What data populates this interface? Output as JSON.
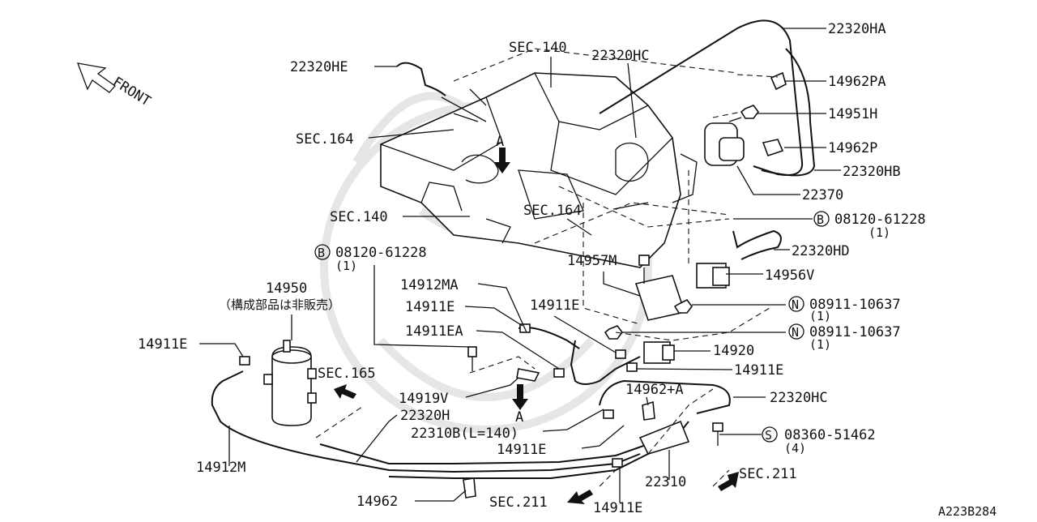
{
  "diagram": {
    "front_label": "FRONT",
    "view_label_top": "A",
    "view_label_bottom": "A",
    "diagram_code": "A223B284",
    "part_labels": [
      {
        "id": "p22320HA",
        "text": "22320HA"
      },
      {
        "id": "pSEC140top",
        "text": "SEC.140"
      },
      {
        "id": "p22320HC_top",
        "text": "22320HC"
      },
      {
        "id": "p22320HE",
        "text": "22320HE"
      },
      {
        "id": "p14962PA",
        "text": "14962PA"
      },
      {
        "id": "p14951H",
        "text": "14951H"
      },
      {
        "id": "pSEC164a",
        "text": "SEC.164"
      },
      {
        "id": "p14962P",
        "text": "14962P"
      },
      {
        "id": "p22320HB",
        "text": "22320HB"
      },
      {
        "id": "p22370",
        "text": "22370"
      },
      {
        "id": "pSEC140b",
        "text": "SEC.140"
      },
      {
        "id": "pSEC164b",
        "text": "SEC.164"
      },
      {
        "id": "p22320HD",
        "text": "22320HD"
      },
      {
        "id": "p14957M",
        "text": "14957M"
      },
      {
        "id": "p14956V",
        "text": "14956V"
      },
      {
        "id": "p14950",
        "text": "14950"
      },
      {
        "id": "p14912MA",
        "text": "14912MA"
      },
      {
        "id": "p14911E_a",
        "text": "14911E"
      },
      {
        "id": "p14911E_b",
        "text": "14911E"
      },
      {
        "id": "p14911EA",
        "text": "14911EA"
      },
      {
        "id": "p14911E_c",
        "text": "14911E"
      },
      {
        "id": "p14920",
        "text": "14920"
      },
      {
        "id": "pSEC165",
        "text": "SEC.165"
      },
      {
        "id": "p14911E_d",
        "text": "14911E"
      },
      {
        "id": "p14919V",
        "text": "14919V"
      },
      {
        "id": "p14962A",
        "text": "14962+A"
      },
      {
        "id": "p22320HC_bot",
        "text": "22320HC"
      },
      {
        "id": "p22320H",
        "text": "22320H"
      },
      {
        "id": "p22310B",
        "text": "22310B(L=140)"
      },
      {
        "id": "p14911E_e",
        "text": "14911E"
      },
      {
        "id": "p14912M",
        "text": "14912M"
      },
      {
        "id": "pSEC211a",
        "text": "SEC.211"
      },
      {
        "id": "p22310",
        "text": "22310"
      },
      {
        "id": "p14962",
        "text": "14962"
      },
      {
        "id": "pSEC211b",
        "text": "SEC.211"
      },
      {
        "id": "p14911E_f",
        "text": "14911E"
      }
    ],
    "fasteners": [
      {
        "id": "b1",
        "symbol": "B",
        "number": "08120-61228",
        "qty": "(1)"
      },
      {
        "id": "b2",
        "symbol": "B",
        "number": "08120-61228",
        "qty": "(1)"
      },
      {
        "id": "n1",
        "symbol": "N",
        "number": "08911-10637",
        "qty": "(1)"
      },
      {
        "id": "n2",
        "symbol": "N",
        "number": "08911-10637",
        "qty": "(1)"
      },
      {
        "id": "s1",
        "symbol": "S",
        "number": "08360-51462",
        "qty": "(4)"
      }
    ],
    "canister_note": "（構成部品は非販売）"
  }
}
